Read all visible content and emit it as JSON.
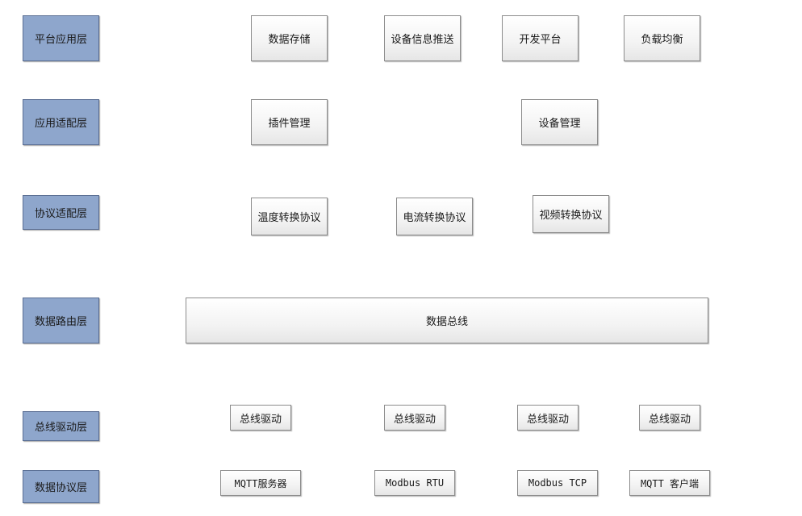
{
  "layers": [
    "平台应用层",
    "应用适配层",
    "协议适配层",
    "数据路由层",
    "总线驱动层",
    "数据协议层"
  ],
  "platform_app": [
    "数据存储",
    "设备信息推送",
    "开发平台",
    "负载均衡"
  ],
  "app_adapt": [
    "插件管理",
    "设备管理"
  ],
  "protocol_adapt": [
    "温度转换协议",
    "电流转换协议",
    "视频转换协议"
  ],
  "data_routing": [
    "数据总线"
  ],
  "bus_drivers": [
    "总线驱动",
    "总线驱动",
    "总线驱动",
    "总线驱动"
  ],
  "data_protocols": [
    "MQTT服务器",
    "Modbus RTU",
    "Modbus TCP",
    "MQTT 客户端"
  ]
}
